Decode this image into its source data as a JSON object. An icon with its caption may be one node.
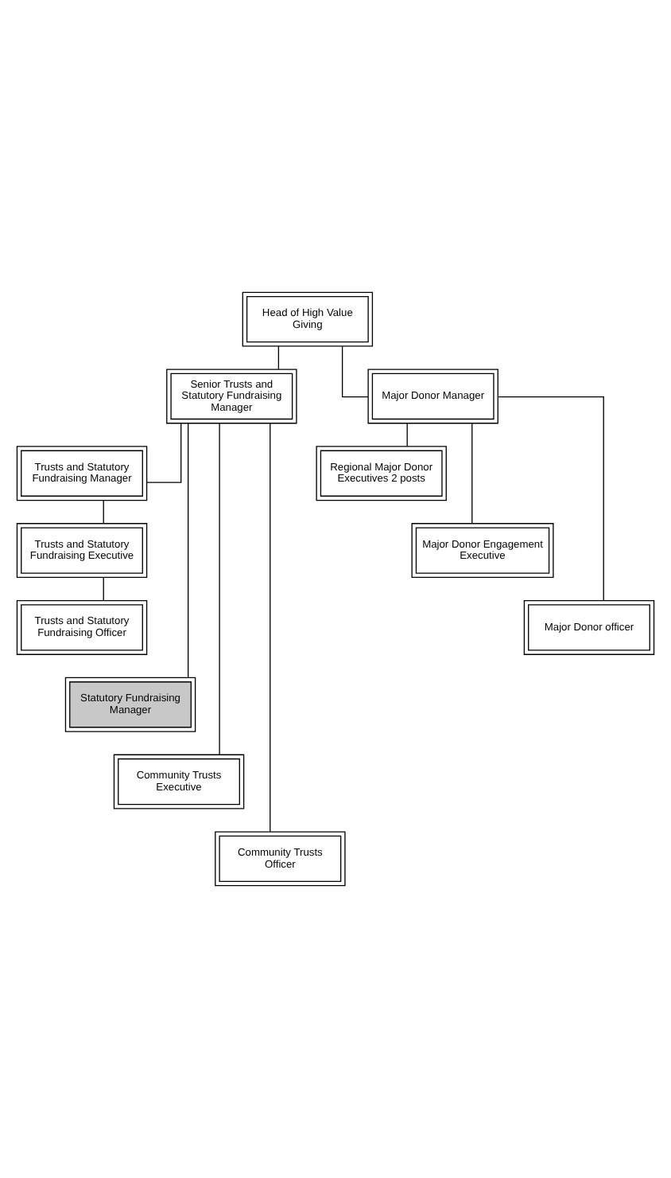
{
  "diagram": {
    "nodes": [
      {
        "text": [
          "Head of High Value Giving"
        ]
      },
      {
        "text": [
          "Senior Trusts and Statutory Fundraising Manager"
        ]
      },
      {
        "text": [
          "Major Donor Manager"
        ]
      },
      {
        "text": [
          "Trusts and Statutory Fundraising Manager"
        ]
      },
      {
        "text": [
          "Trusts and Statutory Fundraising Executive"
        ]
      },
      {
        "text": [
          "Trusts and Statutory Fundraising Officer"
        ]
      },
      {
        "text": [
          "Statutory Fundraising Manager"
        ]
      },
      {
        "text": [
          "Community Trusts Executive"
        ]
      },
      {
        "text": [
          "Community Trusts Officer"
        ]
      },
      {
        "text": [
          "Regional Major Donor Executives 2 posts"
        ]
      },
      {
        "text": [
          "Major Donor Engagement Executive"
        ]
      },
      {
        "text": [
          "Major Donor officer"
        ]
      }
    ],
    "edges": [
      {
        "from": 0,
        "to": 1,
        "arrow": "none"
      },
      {
        "from": 0,
        "to": 2,
        "arrow": "none"
      },
      {
        "from": 1,
        "to": 3,
        "arrow": "none"
      },
      {
        "from": 3,
        "to": 4,
        "arrow": "none"
      },
      {
        "from": 4,
        "to": 5,
        "arrow": "none"
      },
      {
        "from": 1,
        "to": 6,
        "arrow": "none"
      },
      {
        "from": 1,
        "to": 7,
        "arrow": "none"
      },
      {
        "from": 1,
        "to": 8,
        "arrow": "none"
      },
      {
        "from": 2,
        "to": 9,
        "arrow": "none"
      },
      {
        "from": 2,
        "to": 10,
        "arrow": "none"
      },
      {
        "from": 2,
        "to": 11,
        "arrow": "none"
      }
    ]
  }
}
